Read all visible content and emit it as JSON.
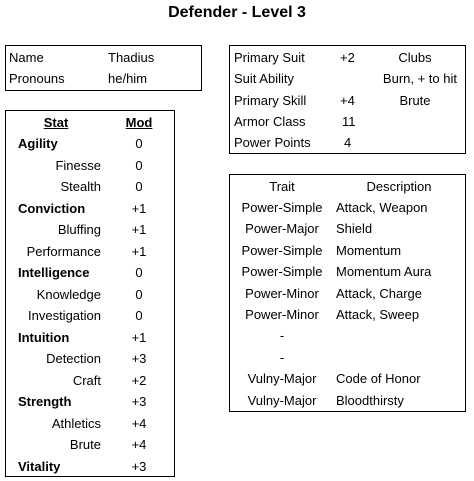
{
  "page_title": "Defender - Level 3",
  "identity": {
    "rows": [
      {
        "label": "Name",
        "value": "Thadius"
      },
      {
        "label": "Pronouns",
        "value": "he/him"
      }
    ]
  },
  "stats": {
    "header": {
      "stat": "Stat",
      "mod": "Mod"
    },
    "rows": [
      {
        "name": "Agility",
        "mod": "0",
        "kind": "attribute"
      },
      {
        "name": "Finesse",
        "mod": "0",
        "kind": "skill"
      },
      {
        "name": "Stealth",
        "mod": "0",
        "kind": "skill"
      },
      {
        "name": "Conviction",
        "mod": "+1",
        "kind": "attribute"
      },
      {
        "name": "Bluffing",
        "mod": "+1",
        "kind": "skill"
      },
      {
        "name": "Performance",
        "mod": "+1",
        "kind": "skill"
      },
      {
        "name": "Intelligence",
        "mod": "0",
        "kind": "attribute"
      },
      {
        "name": "Knowledge",
        "mod": "0",
        "kind": "skill"
      },
      {
        "name": "Investigation",
        "mod": "0",
        "kind": "skill"
      },
      {
        "name": "Intuition",
        "mod": "+1",
        "kind": "attribute"
      },
      {
        "name": "Detection",
        "mod": "+3",
        "kind": "skill"
      },
      {
        "name": "Craft",
        "mod": "+2",
        "kind": "skill"
      },
      {
        "name": "Strength",
        "mod": "+3",
        "kind": "attribute"
      },
      {
        "name": "Athletics",
        "mod": "+4",
        "kind": "skill"
      },
      {
        "name": "Brute",
        "mod": "+4",
        "kind": "skill"
      },
      {
        "name": "Vitality",
        "mod": "+3",
        "kind": "attribute"
      }
    ]
  },
  "suit": {
    "rows": [
      {
        "label": "Primary Suit",
        "value": "+2",
        "extra": "Clubs"
      },
      {
        "label": "Suit Ability",
        "value": "",
        "extra": "Burn, + to hit"
      },
      {
        "label": "Primary Skill",
        "value": "+4",
        "extra": "Brute"
      },
      {
        "label": "Armor Class",
        "value": "11",
        "extra": ""
      },
      {
        "label": "Power Points",
        "value": "4",
        "extra": ""
      }
    ]
  },
  "traits": {
    "header": {
      "trait": "Trait",
      "description": "Description"
    },
    "rows": [
      {
        "trait": "Power-Simple",
        "description": "Attack, Weapon"
      },
      {
        "trait": "Power-Major",
        "description": "Shield"
      },
      {
        "trait": "Power-Simple",
        "description": "Momentum"
      },
      {
        "trait": "Power-Simple",
        "description": "Momentum Aura"
      },
      {
        "trait": "Power-Minor",
        "description": "Attack, Charge"
      },
      {
        "trait": "Power-Minor",
        "description": "Attack, Sweep"
      },
      {
        "trait": "-",
        "description": ""
      },
      {
        "trait": "-",
        "description": ""
      },
      {
        "trait": "Vulny-Major",
        "description": "Code of Honor"
      },
      {
        "trait": "Vulny-Major",
        "description": "Bloodthirsty"
      }
    ]
  }
}
